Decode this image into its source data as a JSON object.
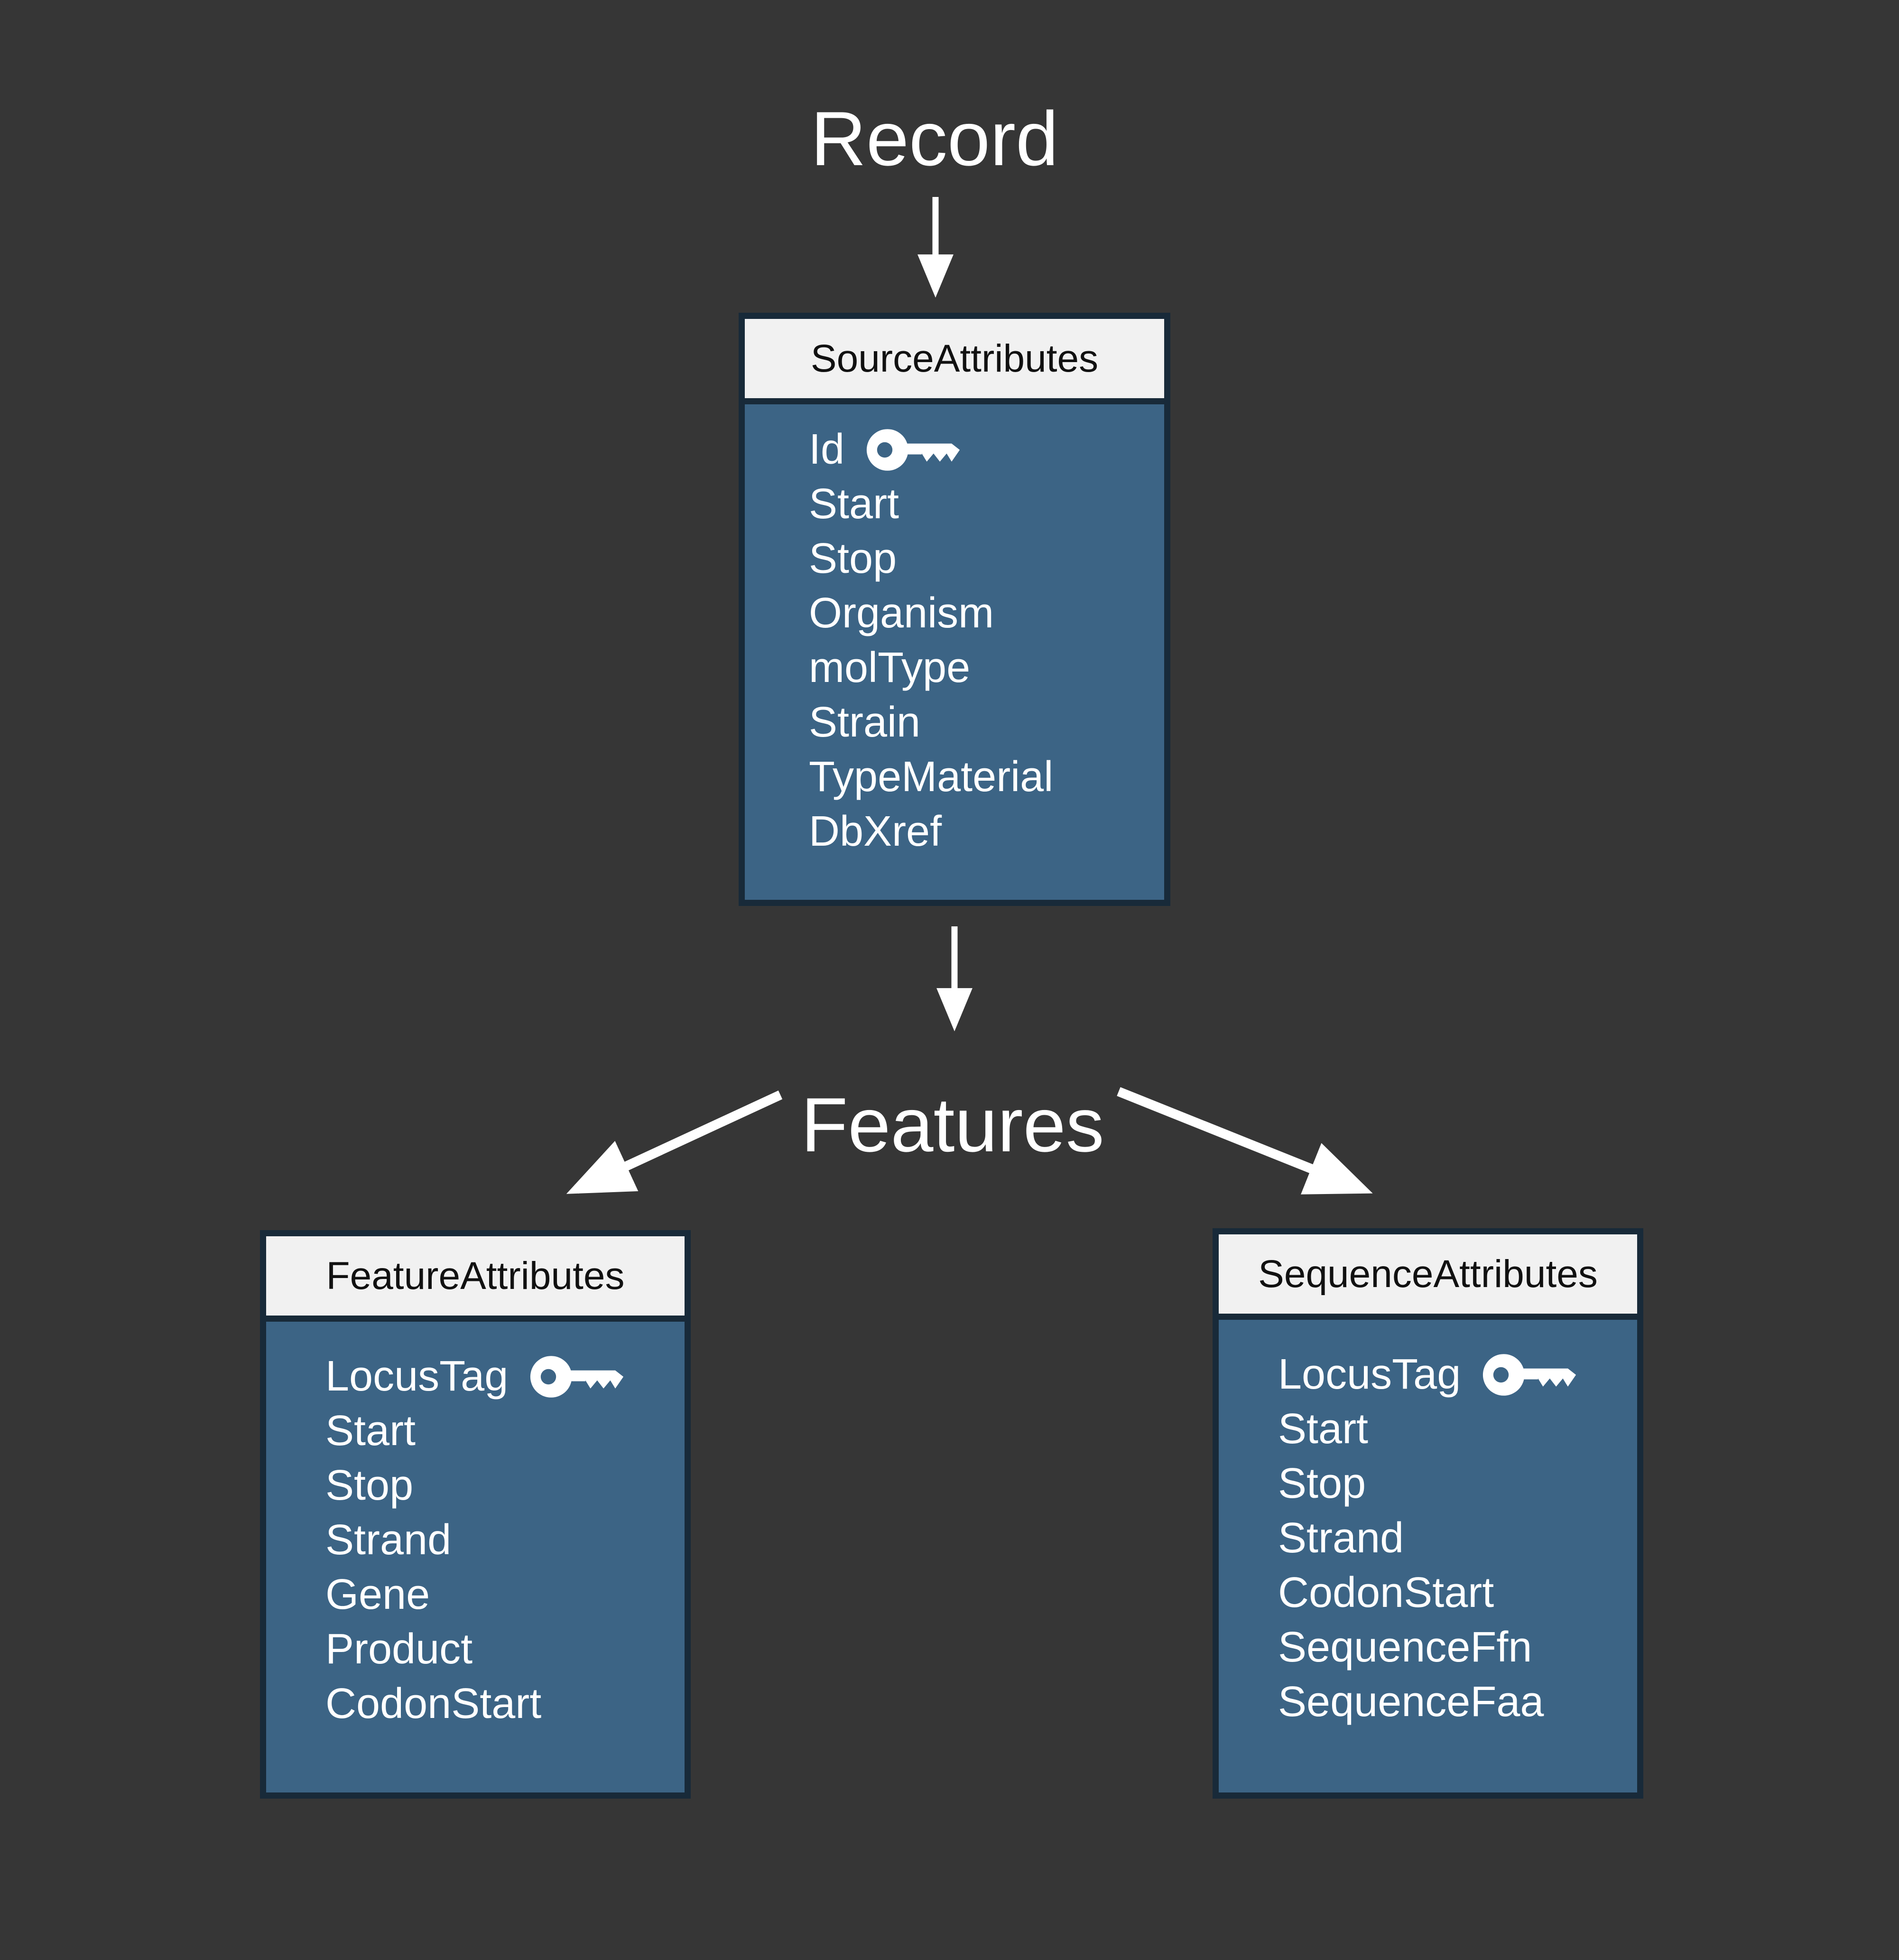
{
  "diagram": {
    "root_label": "Record",
    "hub_label": "Features",
    "colors": {
      "background": "#363636",
      "box_border": "#182A39",
      "box_body": "#3C6485",
      "box_header_bg": "#F1F1F1",
      "box_header_text": "#111111",
      "text": "#FFFFFF"
    },
    "icons": {
      "primary_key": "key-icon"
    },
    "boxes": [
      {
        "title": "SourceAttributes",
        "fields": [
          {
            "name": "Id",
            "key": true
          },
          {
            "name": "Start",
            "key": false
          },
          {
            "name": "Stop",
            "key": false
          },
          {
            "name": "Organism",
            "key": false
          },
          {
            "name": "molType",
            "key": false
          },
          {
            "name": "Strain",
            "key": false
          },
          {
            "name": "TypeMaterial",
            "key": false
          },
          {
            "name": "DbXref",
            "key": false
          }
        ]
      },
      {
        "title": "FeatureAttributes",
        "fields": [
          {
            "name": "LocusTag",
            "key": true
          },
          {
            "name": "Start",
            "key": false
          },
          {
            "name": "Stop",
            "key": false
          },
          {
            "name": "Strand",
            "key": false
          },
          {
            "name": "Gene",
            "key": false
          },
          {
            "name": "Product",
            "key": false
          },
          {
            "name": "CodonStart",
            "key": false
          }
        ]
      },
      {
        "title": "SequenceAttributes",
        "fields": [
          {
            "name": "LocusTag",
            "key": true
          },
          {
            "name": "Start",
            "key": false
          },
          {
            "name": "Stop",
            "key": false
          },
          {
            "name": "Strand",
            "key": false
          },
          {
            "name": "CodonStart",
            "key": false
          },
          {
            "name": "SequenceFfn",
            "key": false
          },
          {
            "name": "SequenceFaa",
            "key": false
          }
        ]
      }
    ]
  }
}
